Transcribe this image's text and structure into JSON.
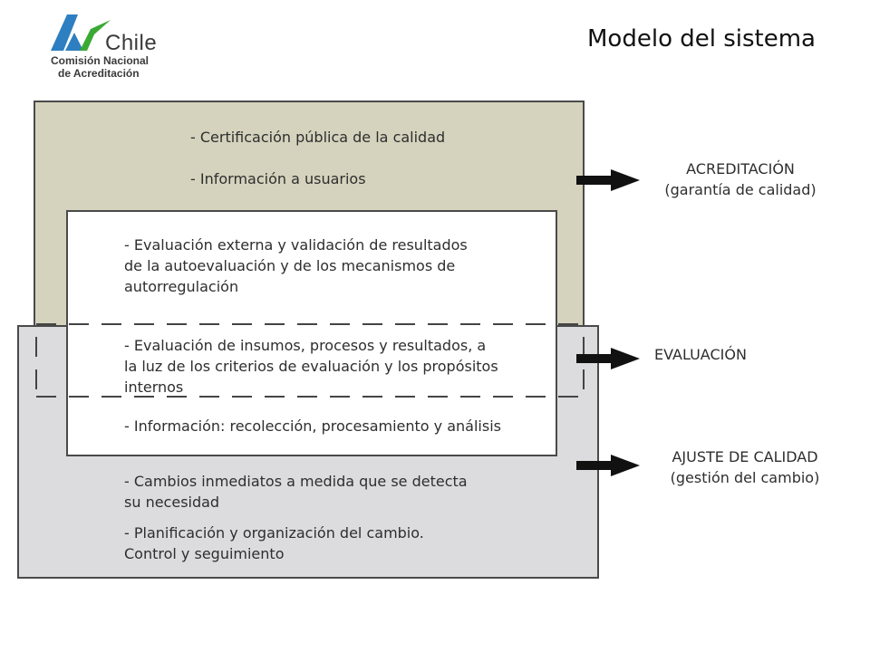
{
  "header": {
    "title": "Modelo del sistema",
    "logo": {
      "word": "Chile",
      "line1": "Comisión Nacional",
      "line2": "de Acreditación",
      "colors": {
        "blue": "#2d7fc1",
        "green": "#3aaa35"
      }
    }
  },
  "colors": {
    "top_box_fill": "#d5d3bd",
    "bottom_box_fill": "#dcdcde",
    "inner_box_fill": "#ffffff",
    "stroke": "#4a4a4a",
    "arrow": "#111111"
  },
  "boxes": {
    "top_items": [
      "- Certificación pública de la calidad",
      "- Información a usuarios"
    ],
    "inner_items": [
      [
        "- Evaluación externa y validación de resultados",
        "de la autoevaluación y de los mecanismos de",
        "autorregulación"
      ],
      [
        "- Evaluación de insumos, procesos y resultados, a",
        "la luz de los criterios de evaluación y los propósitos",
        "internos"
      ],
      [
        "- Información: recolección,  procesamiento y análisis"
      ]
    ],
    "bottom_items": [
      [
        "- Cambios inmediatos a medida que se detecta",
        "su necesidad"
      ],
      [
        "- Planificación y organización del cambio.",
        "Control y seguimiento"
      ]
    ]
  },
  "labels": {
    "acreditacion": {
      "title": "ACREDITACIÓN",
      "subtitle": "(garantía de calidad)"
    },
    "evaluacion": {
      "title": "EVALUACIÓN"
    },
    "ajuste": {
      "title": "AJUSTE DE CALIDAD",
      "subtitle": "(gestión del cambio)"
    }
  }
}
